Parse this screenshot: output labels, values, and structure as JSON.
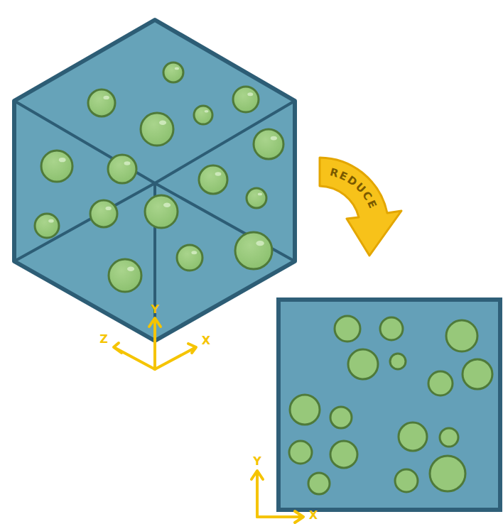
{
  "diagram": {
    "labels": [
      "REDUCE",
      "Y",
      "Z",
      "X",
      "Y",
      "X"
    ]
  }
}
